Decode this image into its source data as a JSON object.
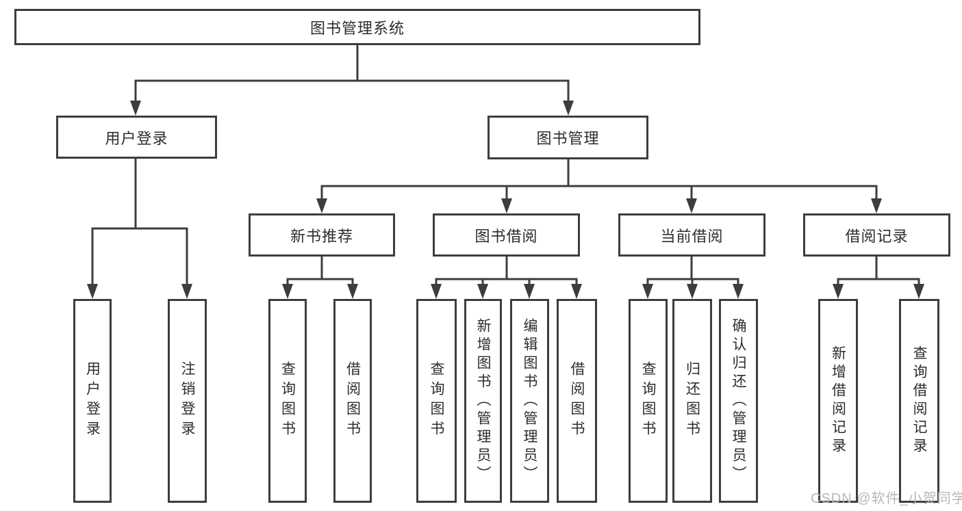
{
  "colors": {
    "background": "#ffffff",
    "line": "#3d3d3d",
    "box_border": "#3d3d3d",
    "text": "#2d2d2d",
    "watermark": "#b7b7b7"
  },
  "watermark": {
    "text": "CSDN @软件_小贺同学"
  },
  "tree": {
    "root": {
      "label": "图书管理系统",
      "children": [
        {
          "label": "用户登录",
          "children": [
            {
              "label": "用户登录"
            },
            {
              "label": "注销登录"
            }
          ]
        },
        {
          "label": "图书管理",
          "children": [
            {
              "label": "新书推荐",
              "children": [
                {
                  "label": "查询图书"
                },
                {
                  "label": "借阅图书"
                }
              ]
            },
            {
              "label": "图书借阅",
              "children": [
                {
                  "label": "查询图书"
                },
                {
                  "label": "新增图书（管理员）"
                },
                {
                  "label": "编辑图书（管理员）"
                },
                {
                  "label": "借阅图书"
                }
              ]
            },
            {
              "label": "当前借阅",
              "children": [
                {
                  "label": "查询图书"
                },
                {
                  "label": "归还图书"
                },
                {
                  "label": "确认归还（管理员）"
                }
              ]
            },
            {
              "label": "借阅记录",
              "children": [
                {
                  "label": "新增借阅记录"
                },
                {
                  "label": "查询借阅记录"
                }
              ]
            }
          ]
        }
      ]
    }
  }
}
